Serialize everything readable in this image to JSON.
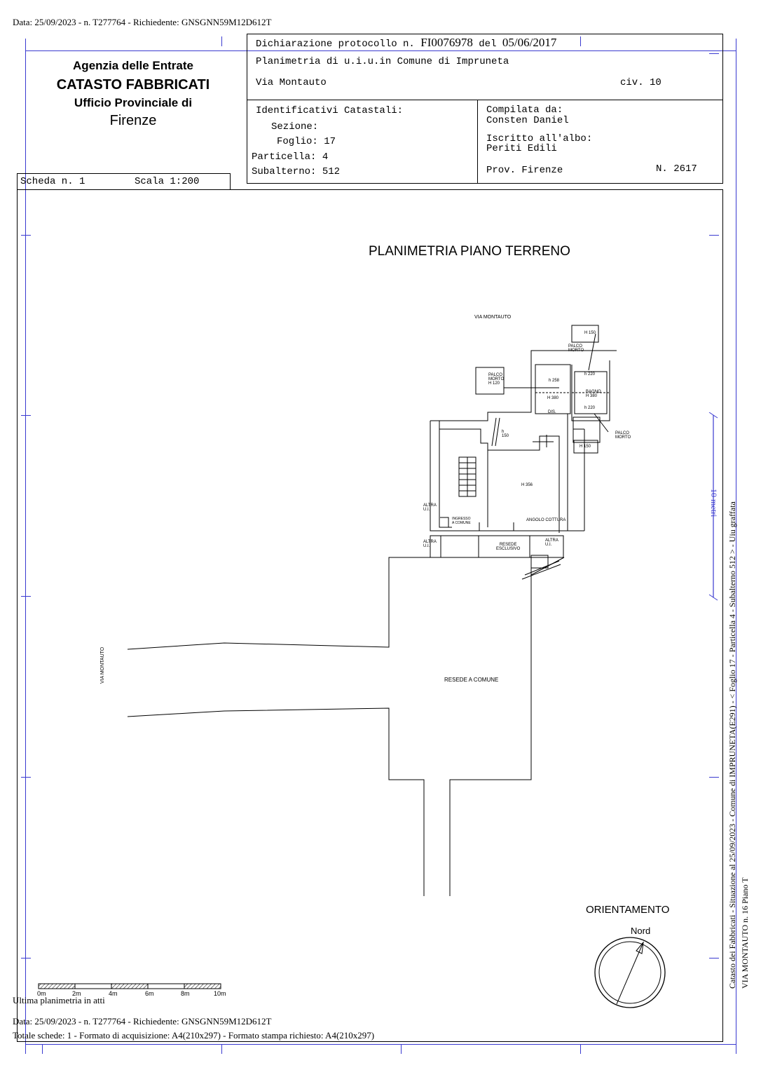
{
  "top_header": "Data: 25/09/2023 - n. T277764 - Richiedente: GNSGNN59M12D612T",
  "office": {
    "line1": "Agenzia delle Entrate",
    "line2": "CATASTO FABBRICATI",
    "line3": "Ufficio Provinciale di",
    "line4": "Firenze"
  },
  "protocol": {
    "prefix": "Dichiarazione protocollo n.",
    "number": "FI0076978",
    "del": "del",
    "date": "05/06/2017",
    "planimetria": "Planimetria di u.i.u.in Comune di Impruneta",
    "address": "Via Montauto",
    "civ": "civ. 10"
  },
  "identificativi": {
    "title": "Identificativi Catastali:",
    "sezione": "Sezione:",
    "foglio": "Foglio: 17",
    "particella": "Particella: 4",
    "subalterno": "Subalterno: 512"
  },
  "compilata": {
    "label": "Compilata da:",
    "name": "Consten Daniel",
    "albo_label": "Iscritto all'albo:",
    "albo": "Periti Edili",
    "prov": "Prov. Firenze",
    "n": "N. 2617"
  },
  "scheda": {
    "label": "Scheda n. 1",
    "scala": "Scala 1:200"
  },
  "plan": {
    "title": "PLANIMETRIA PIANO TERRENO",
    "via_top": "VIA MONTAUTO",
    "via_left": "VIA MONTAUTO",
    "resede_comune": "RESEDE A COMUNE",
    "resede_esclusivo_1": "RESEDE",
    "resede_esclusivo_2": "ESCLUSIVO",
    "altra_ui_1a": "ALTRA",
    "altra_ui_1b": "U.I.",
    "altra_ui_2a": "ALTRA",
    "altra_ui_2b": "U.I.",
    "altra_ui_3a": "ALTRA",
    "altra_ui_3b": "U.I.",
    "ingresso_1": "INGRESSO",
    "ingresso_2": "A COMUNE",
    "angolo": "ANGOLO COTTURA",
    "h356": "H 356",
    "h150a": "H 150",
    "h150b": "H 150",
    "h150c": "h",
    "h150d": "150",
    "h220a": "h 220",
    "h220b": "h 220",
    "h258": "h 258",
    "h380a": "H 380",
    "h380b": "H 380",
    "palco1a": "PALCO",
    "palco1b": "MORTO",
    "palco2a": "PALCO",
    "palco2b": "MORTO",
    "palco2c": "H 120",
    "palco3a": "PALCO",
    "palco3b": "MORTO",
    "bagno": "BAGNO",
    "dis": "DIS."
  },
  "orientamento": {
    "title": "ORIENTAMENTO",
    "nord": "Nord"
  },
  "scale_bar": [
    "0m",
    "2m",
    "4m",
    "6m",
    "8m",
    "10m"
  ],
  "side_marker": "10 metri",
  "footer": {
    "ultima": "Ultima planimetria in atti",
    "data": "Data: 25/09/2023 - n. T277764 - Richiedente: GNSGNN59M12D612T",
    "totale": "Totale schede: 1 - Formato di acquisizione: A4(210x297)  - Formato stampa richiesto: A4(210x297)"
  },
  "side_text": {
    "line1": "Catasto dei Fabbricati - Situazione al 25/09/2023 - Comune di IMPRUNETA(E291) - < Foglio 17 - Particella  4 - Subalterno 512 > - Uiu graffata",
    "line2": "VIA MONTAUTO n. 16 Piano T"
  }
}
